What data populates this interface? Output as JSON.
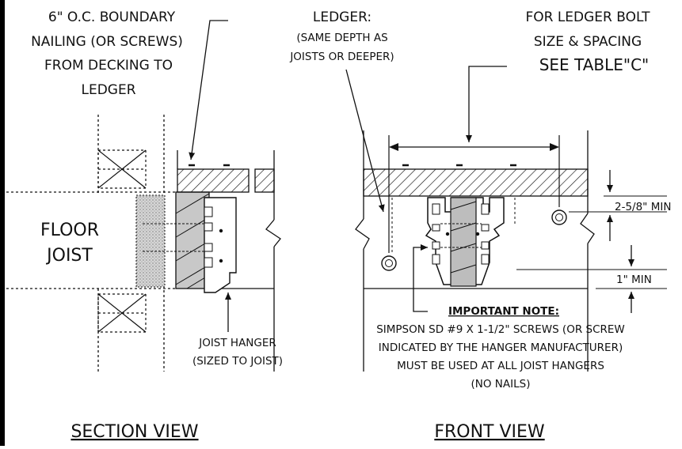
{
  "section": {
    "nailing_label": [
      "6\" O.C. BOUNDARY",
      "NAILING (OR SCREWS)",
      "FROM DECKING TO",
      "LEDGER"
    ],
    "floor_joist": [
      "FLOOR",
      "JOIST"
    ],
    "joist_hanger": [
      "JOIST HANGER",
      "(SIZED TO JOIST)"
    ],
    "title": "SECTION VIEW"
  },
  "front": {
    "ledger_label": [
      "LEDGER:",
      "(SAME DEPTH AS",
      "JOISTS OR DEEPER)"
    ],
    "bolt_label": [
      "FOR LEDGER BOLT",
      "SIZE & SPACING",
      "SEE TABLE\"C\""
    ],
    "dim_top": "2-5/8\" MIN",
    "dim_bottom": "1\" MIN",
    "note_heading": "IMPORTANT NOTE:",
    "note_lines": [
      "SIMPSON SD #9 X 1-1/2\" SCREWS (OR SCREW",
      "INDICATED BY THE HANGER MANUFACTURER)",
      "MUST BE USED AT ALL JOIST HANGERS",
      "(NO NAILS)"
    ],
    "title": "FRONT VIEW"
  },
  "colors": {
    "line": "#111111",
    "filler": "#c8c8c8",
    "joist": "#bdbdbd"
  }
}
